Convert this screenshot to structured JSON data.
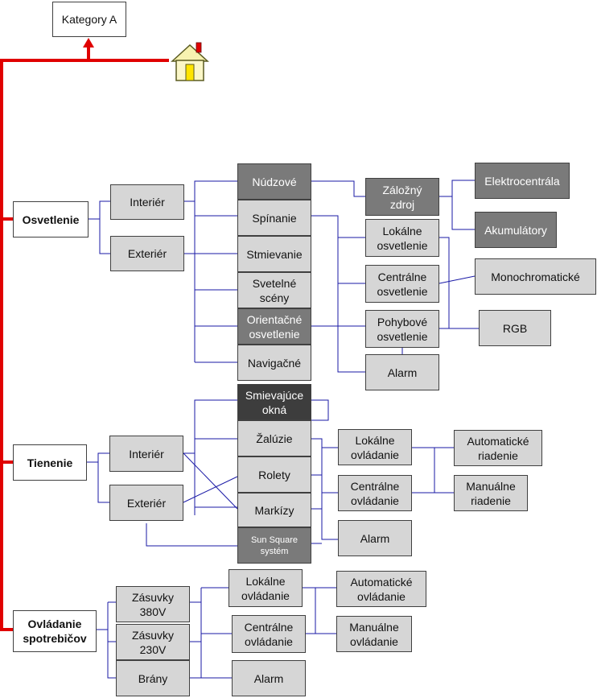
{
  "root": {
    "label": "Kategory A",
    "home_icon": "house-icon"
  },
  "colors": {
    "trunk": "#e00000",
    "wire": "#1a1aa6",
    "box_fill": "#d6d6d6",
    "dark_fill": "#7a7a7a",
    "darker_fill": "#3d3d3d"
  },
  "osvetlenie": {
    "title": "Osvetlenie",
    "zones": [
      "Interiér",
      "Exteriér"
    ],
    "functions": [
      "Núdzové",
      "Spínanie",
      "Stmievanie",
      "Svetelné scény",
      "Orientačné osvetlenie",
      "Navigačné"
    ],
    "control": [
      "Záložný zdroj",
      "Lokálne osvetlenie",
      "Centrálne osvetlenie",
      "Pohybové osvetlenie",
      "Alarm"
    ],
    "sources": [
      "Elektrocentrála",
      "Akumulátory",
      "Monochromatické",
      "RGB"
    ]
  },
  "tienenie": {
    "title": "Tienenie",
    "zones": [
      "Interiér",
      "Exteriér"
    ],
    "functions": [
      "Smievajúce okná",
      "Žalúzie",
      "Rolety",
      "Markízy",
      "Sun Square systém"
    ],
    "control": [
      "Lokálne ovládanie",
      "Centrálne ovládanie",
      "Alarm"
    ],
    "modes": [
      "Automatické riadenie",
      "Manuálne riadenie"
    ]
  },
  "ovladanie": {
    "title": "Ovládanie spotrebičov",
    "devices": [
      "Zásuvky 380V",
      "Zásuvky 230V",
      "Brány"
    ],
    "control": [
      "Lokálne ovládanie",
      "Centrálne ovládanie",
      "Alarm"
    ],
    "modes": [
      "Automatické ovládanie",
      "Manuálne ovládanie"
    ]
  }
}
